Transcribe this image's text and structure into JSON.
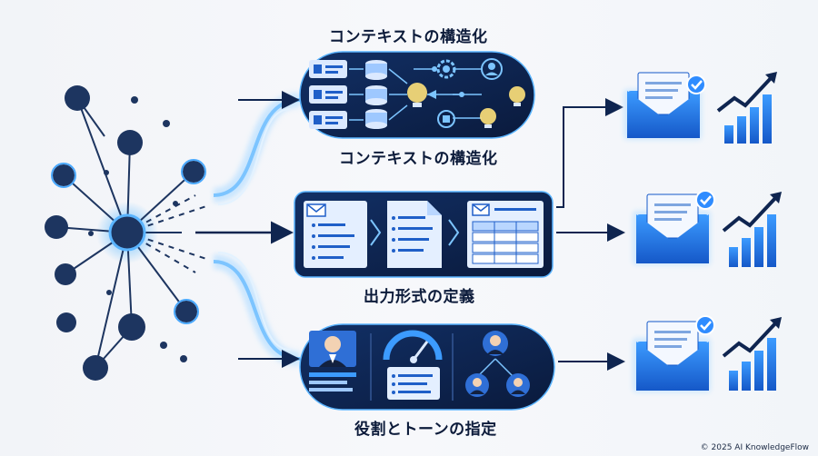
{
  "sections": [
    {
      "title_top": "コンテキストの構造化",
      "title_bottom": "コンテキストの構造化"
    },
    {
      "title_bottom": "出力形式の定義"
    },
    {
      "title_bottom": "役割とトーンの指定"
    }
  ],
  "footer": "© 2025 AI KnowledgeFlow",
  "colors": {
    "navy": "#0f2550",
    "navy_dark": "#0a1a3c",
    "accent": "#2f8cff",
    "glow": "#7cc4ff",
    "node": "#1d3560"
  },
  "icons": [
    "network-hub-icon",
    "database-icon",
    "lightbulb-icon",
    "gear-icon",
    "user-icon",
    "mail-icon",
    "document-icon",
    "table-icon",
    "gauge-icon",
    "person-icon",
    "envelope-check-icon",
    "growth-chart-icon"
  ]
}
